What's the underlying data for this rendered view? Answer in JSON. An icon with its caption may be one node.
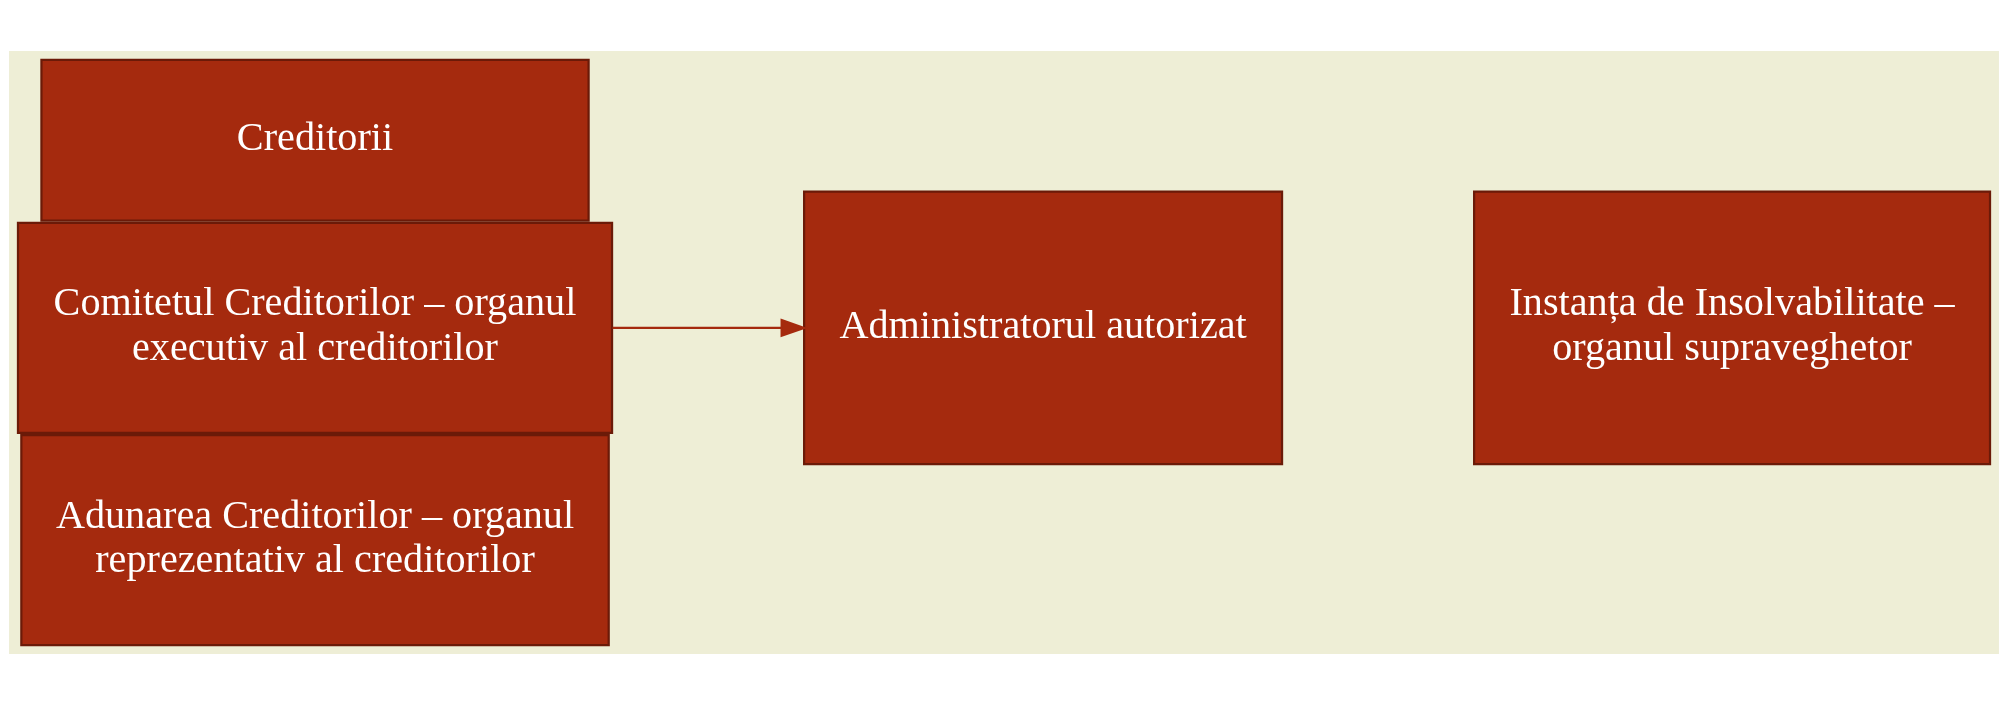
{
  "diagram": {
    "nodes": [
      {
        "text": [
          "Adunarea Creditorilor – organul reprezentativ al creditorilor"
        ]
      },
      {
        "text": [
          "Comitetul Creditorilor – organul executiv al creditorilor"
        ]
      },
      {
        "text": [
          "Creditorii"
        ]
      },
      {
        "text": [
          "Administratorul autorizat"
        ]
      },
      {
        "text": [
          "Instanța de Insolvabilitate – organul supraveghetor"
        ]
      }
    ],
    "edges": [
      {
        "from": 1,
        "to": 3,
        "arrow": "to"
      }
    ]
  }
}
